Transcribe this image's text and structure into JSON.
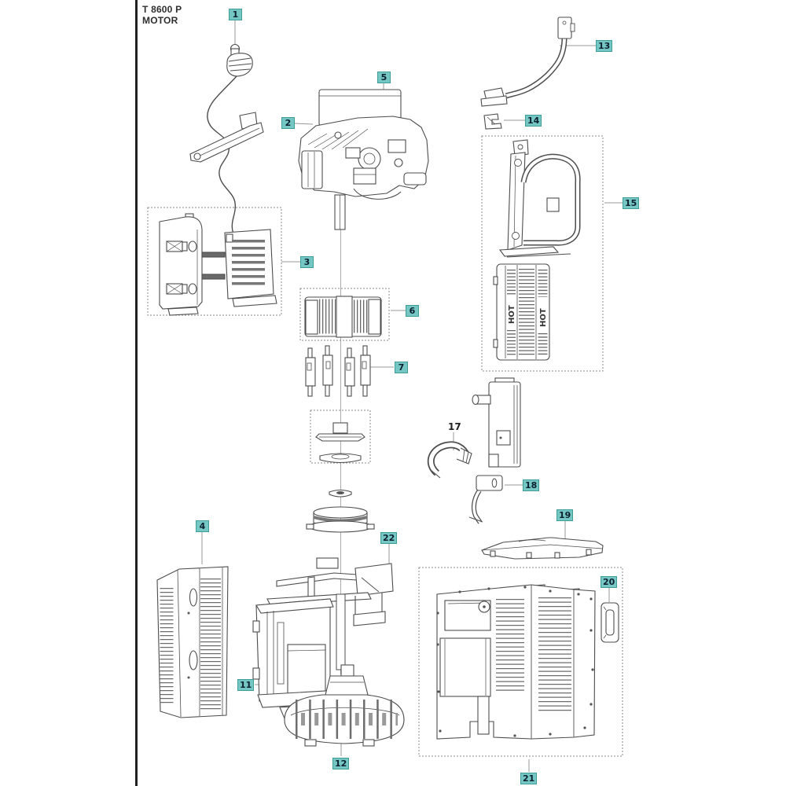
{
  "header": {
    "model": "T 8600 P",
    "section": "MOTOR"
  },
  "diagram_texts": {
    "hot": "HOT"
  },
  "callouts": [
    {
      "label": "1",
      "highlighted": true
    },
    {
      "label": "2",
      "highlighted": true
    },
    {
      "label": "3",
      "highlighted": true
    },
    {
      "label": "4",
      "highlighted": true
    },
    {
      "label": "5",
      "highlighted": true
    },
    {
      "label": "6",
      "highlighted": true
    },
    {
      "label": "7",
      "highlighted": true
    },
    {
      "label": "11",
      "highlighted": true
    },
    {
      "label": "12",
      "highlighted": true
    },
    {
      "label": "13",
      "highlighted": true
    },
    {
      "label": "14",
      "highlighted": true
    },
    {
      "label": "15",
      "highlighted": true
    },
    {
      "label": "17",
      "highlighted": false
    },
    {
      "label": "18",
      "highlighted": true
    },
    {
      "label": "19",
      "highlighted": true
    },
    {
      "label": "20",
      "highlighted": true
    },
    {
      "label": "21",
      "highlighted": true
    },
    {
      "label": "22",
      "highlighted": true
    }
  ],
  "colors": {
    "callout_bg": "#74C7C3",
    "callout_border": "#3E9D99",
    "callout_text": "#0C2030",
    "drawing_line": "#4D4D4D",
    "leader_line": "#999999",
    "dashed_box": "#8A8A8A",
    "page_edge": "#222222",
    "background": "#FFFFFF"
  }
}
